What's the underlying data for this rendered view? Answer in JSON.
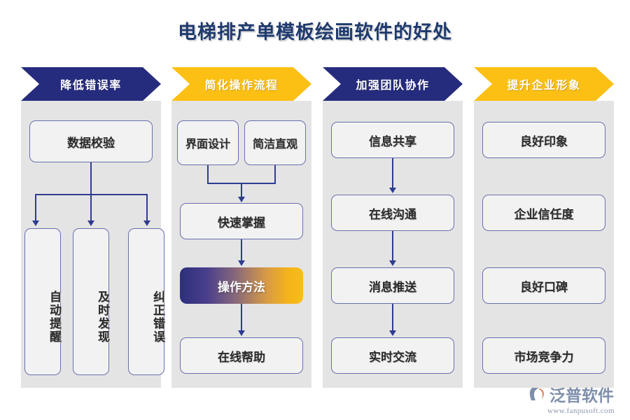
{
  "page": {
    "title": "电梯排产单模板绘画软件的好处",
    "title_color": "#1f3a6e",
    "background": "#ffffff",
    "panel_color": "#e4e4e4",
    "accent_blue": "#262c7d",
    "accent_gold": "#fcbf14",
    "node_border": "#6b6fae",
    "node_fill": "#f2f2f2",
    "connector_color": "#2f3c8f"
  },
  "columns": [
    {
      "banner": {
        "label": "降低错误率",
        "style": "blue"
      },
      "nodes": [
        {
          "label": "数据校验",
          "style": "plain",
          "orientation": "horizontal"
        },
        {
          "label": "自动提醒",
          "style": "plain",
          "orientation": "vertical"
        },
        {
          "label": "及时发现",
          "style": "plain",
          "orientation": "vertical"
        },
        {
          "label": "纠正错误",
          "style": "plain",
          "orientation": "vertical"
        }
      ]
    },
    {
      "banner": {
        "label": "简化操作流程",
        "style": "gold"
      },
      "nodes": [
        {
          "label": "界面设计",
          "style": "plain",
          "orientation": "horizontal"
        },
        {
          "label": "简洁直观",
          "style": "plain",
          "orientation": "horizontal"
        },
        {
          "label": "快速掌握",
          "style": "plain",
          "orientation": "horizontal"
        },
        {
          "label": "操作方法",
          "style": "gradient",
          "orientation": "horizontal"
        },
        {
          "label": "在线帮助",
          "style": "plain",
          "orientation": "horizontal"
        }
      ]
    },
    {
      "banner": {
        "label": "加强团队协作",
        "style": "blue"
      },
      "nodes": [
        {
          "label": "信息共享",
          "style": "plain",
          "orientation": "horizontal"
        },
        {
          "label": "在线沟通",
          "style": "plain",
          "orientation": "horizontal"
        },
        {
          "label": "消息推送",
          "style": "plain",
          "orientation": "horizontal"
        },
        {
          "label": "实时交流",
          "style": "plain",
          "orientation": "horizontal"
        }
      ]
    },
    {
      "banner": {
        "label": "提升企业形象",
        "style": "gold"
      },
      "nodes": [
        {
          "label": "良好印象",
          "style": "plain",
          "orientation": "horizontal"
        },
        {
          "label": "企业信任度",
          "style": "plain",
          "orientation": "horizontal"
        },
        {
          "label": "良好口碑",
          "style": "plain",
          "orientation": "horizontal"
        },
        {
          "label": "市场竞争力",
          "style": "plain",
          "orientation": "horizontal"
        }
      ]
    }
  ],
  "logo": {
    "name": "泛普软件",
    "url": "www.fanpusoft.com",
    "mark_color": "#7f8fab",
    "mark_accent": "#d98f6a"
  }
}
